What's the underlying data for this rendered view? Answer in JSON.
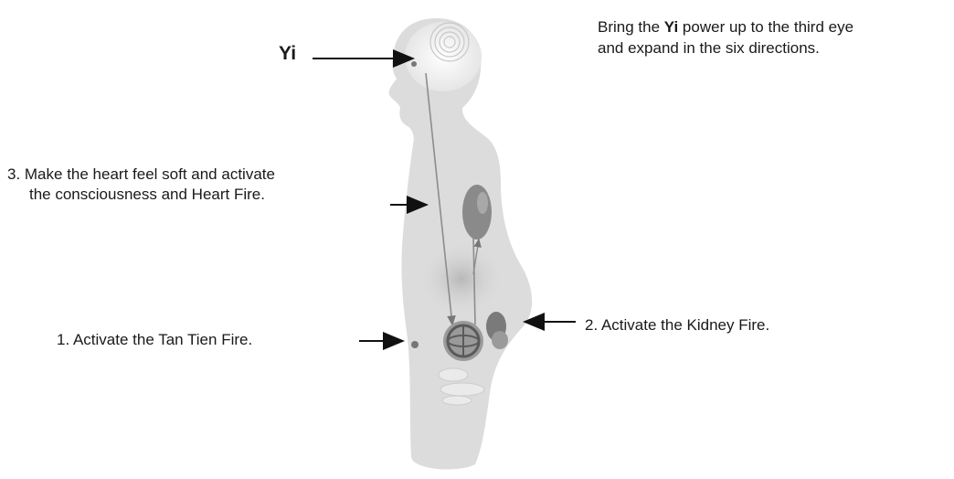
{
  "yi_label": "Yi",
  "top_note": {
    "line1_prefix": "Bring the ",
    "line1_bold": "Yi",
    "line1_suffix": " power up to the third eye",
    "line2": "and expand in the six directions."
  },
  "step3": {
    "line1": "3. Make the heart feel soft and activate",
    "line2": "the consciousness and Heart Fire."
  },
  "step1": "1. Activate the Tan Tien Fire.",
  "step2": "2. Activate the Kidney Fire.",
  "colors": {
    "body_fill": "#dcdcdc",
    "organ_fill": "#8a8a8a",
    "arrow": "#111111"
  }
}
